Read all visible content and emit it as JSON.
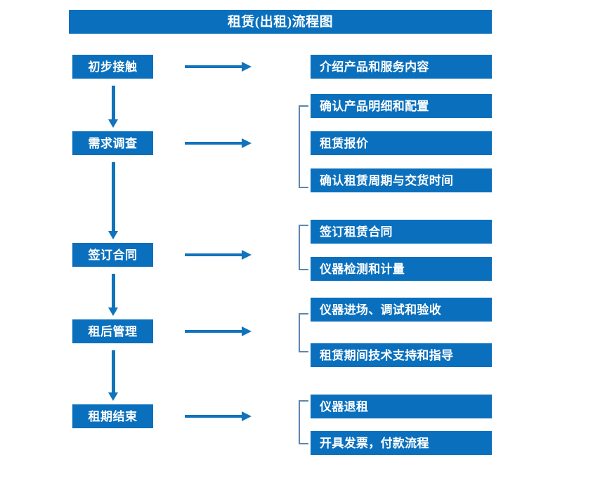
{
  "title": {
    "text": "租赁(出租)流程图"
  },
  "colors": {
    "box_blue": "#0a70bd",
    "arrow_blue": "#1073bb",
    "bracket_blue": "#5d86ad",
    "text_white": "#ffffff",
    "background": "#ffffff"
  },
  "flow": {
    "stages": [
      {
        "label": "初步接触",
        "details": [
          "介绍产品和服务内容"
        ],
        "bracket": false
      },
      {
        "label": "需求调查",
        "details": [
          "确认产品明细和配置",
          "租赁报价",
          "确认租赁周期与交货时间"
        ],
        "bracket": true
      },
      {
        "label": "签订合同",
        "details": [
          "签订租赁合同",
          "仪器检测和计量"
        ],
        "bracket": true
      },
      {
        "label": "租后管理",
        "details": [
          "仪器进场、调试和验收",
          "租赁期间技术支持和指导"
        ],
        "bracket": true
      },
      {
        "label": "租期结束",
        "details": [
          "仪器退租",
          "开具发票，付款流程"
        ],
        "bracket": true
      }
    ],
    "connector_arrows": {
      "horizontal_count": 5,
      "vertical_count": 4,
      "direction_horizontal": "right",
      "direction_vertical": "down"
    }
  }
}
